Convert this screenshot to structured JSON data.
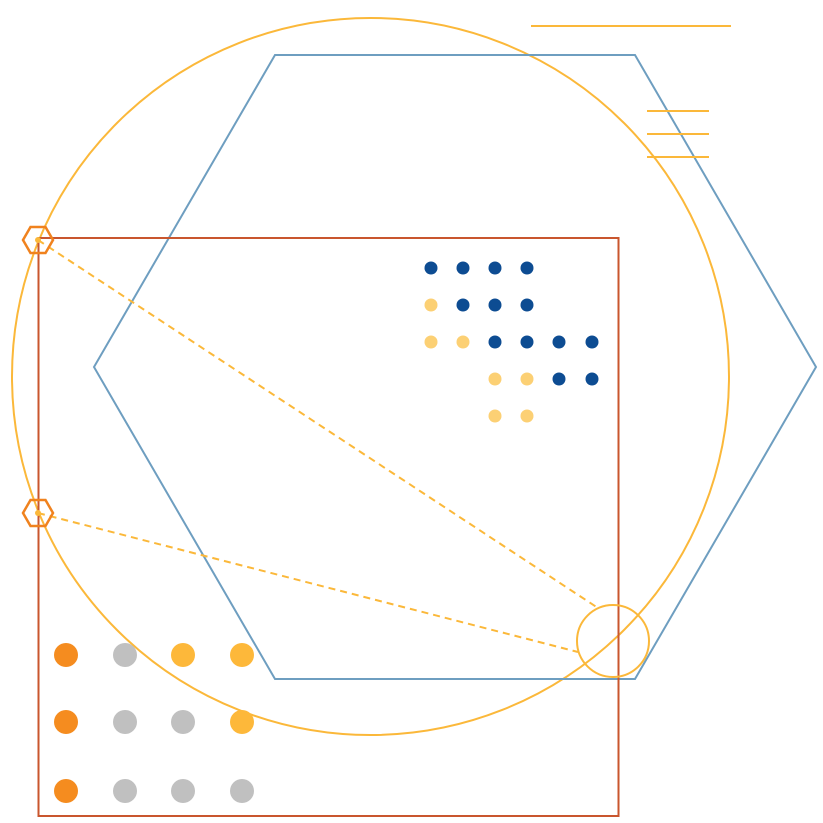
{
  "colors": {
    "circle": "#fbb83a",
    "hexagon": "#6e9ec0",
    "rectangle": "#c9562e",
    "small_hexagon": "#f0821e",
    "dashed_line": "#fbb83a",
    "accent_lines": "#fbb83a",
    "dot_blue": "#0d4c92",
    "dot_light_yellow": "#fcd074",
    "dot_orange": "#f58c1f",
    "dot_gray": "#c0c0c0",
    "dot_yellow": "#fdb83a"
  },
  "dot_grid_top": [
    [
      "blue",
      "blue",
      "blue",
      "blue",
      null,
      null
    ],
    [
      "light_yellow",
      "blue",
      "blue",
      "blue",
      null,
      null
    ],
    [
      "light_yellow",
      "light_yellow",
      "blue",
      "blue",
      "blue",
      "blue"
    ],
    [
      null,
      null,
      "light_yellow",
      "light_yellow",
      "blue",
      "blue"
    ],
    [
      null,
      null,
      "light_yellow",
      "light_yellow",
      null,
      null
    ]
  ],
  "dot_grid_bottom": [
    [
      "orange",
      "gray",
      "yellow",
      "yellow"
    ],
    [
      "orange",
      "gray",
      "gray",
      "yellow"
    ],
    [
      "orange",
      "gray",
      "gray",
      "gray"
    ]
  ]
}
